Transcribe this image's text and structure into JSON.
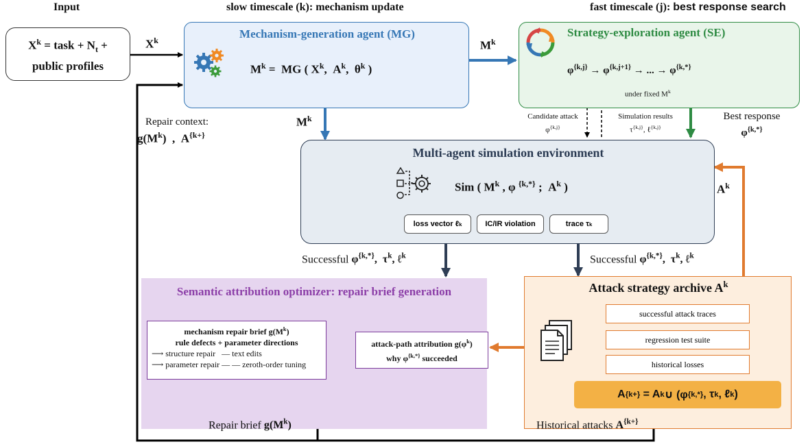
{
  "headers": {
    "input": "Input",
    "slow": "slow timescale (k): mechanism update",
    "fast_a": "fast timescale (j):",
    "fast_b": "best response search"
  },
  "input_box": {
    "line2_suffix": "= task + N",
    "line3": "public profiles"
  },
  "mg": {
    "title": "Mechanism-generation agent (MG)",
    "formula_fn": "MG",
    "icon": "gears-icon"
  },
  "se": {
    "title": "Strategy-exploration agent (SE)",
    "note": "under fixed M",
    "icon": "cycle-arrows-icon"
  },
  "sim": {
    "title": "Multi-agent simulation environment",
    "formula_fn": "Sim",
    "icon": "network-gear-icon",
    "chips": [
      "loss vector ℓ",
      "IC/IR violation",
      "trace τ"
    ]
  },
  "labels": {
    "repair_context": "Repair context:",
    "candidate_attack": "Candidate attack",
    "simulation_results": "Simulation results",
    "best_response": "Best response",
    "successful": "Successful",
    "repair_brief": "Repair brief",
    "historical_attacks": "Historical attacks"
  },
  "sao": {
    "title": "Semantic attribution optimizer: repair brief generation",
    "brief_title": "mechanism repair brief g(M",
    "brief_sub": "rule defects + parameter directions",
    "brief_l3a": "structure repair",
    "brief_l3b": "— text edits",
    "brief_l4a": "parameter repair",
    "brief_l4b": "— zeroth-order tuning",
    "attr_title": "attack-path attribution g(φ",
    "attr_sub_a": "why φ",
    "attr_sub_b": "succeeded"
  },
  "archive": {
    "title": "Attack strategy archive A",
    "items": [
      "successful attack traces",
      "regression test suite",
      "historical losses"
    ],
    "icon": "documents-icon"
  },
  "colors": {
    "blue": "#3677b5",
    "green": "#2e8b43",
    "orange": "#e07a2e",
    "purple": "#9b45b8",
    "navy": "#2f3e55"
  }
}
